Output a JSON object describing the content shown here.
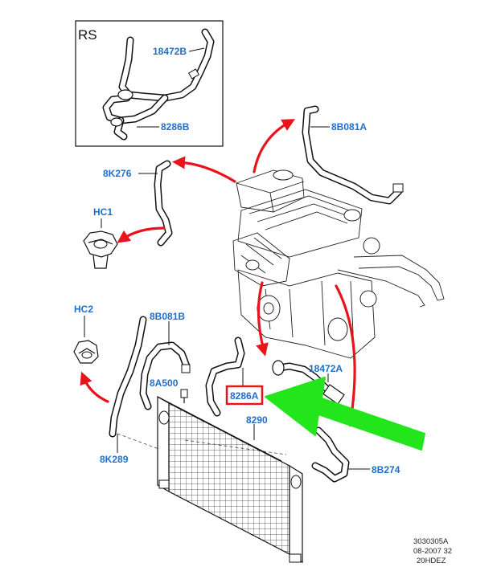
{
  "inset": {
    "title": "RS"
  },
  "labels": {
    "inset_hose_upper": "18472B",
    "inset_hose_lower": "8286B",
    "breather_hose": "8B081A",
    "expansion_hose": "8K276",
    "clip_1": "HC1",
    "clip_2": "HC2",
    "bypass_hose": "8B081B",
    "bleed_screw": "8A500",
    "upper_hose_highlighted": "8286A",
    "heater_hose": "18472A",
    "lower_hose": "8290",
    "outlet_hose": "8B274",
    "lower_left_hose": "8K289"
  },
  "reference": {
    "line1": "3030305A",
    "line2": "08-2007 32",
    "line3": "20HDEZ"
  },
  "colors": {
    "callout_text": "#1f6fc8",
    "highlight_box": "#e8141b",
    "flow_arrows": "#e8141b",
    "pointer_arrow": "#22e51c"
  }
}
